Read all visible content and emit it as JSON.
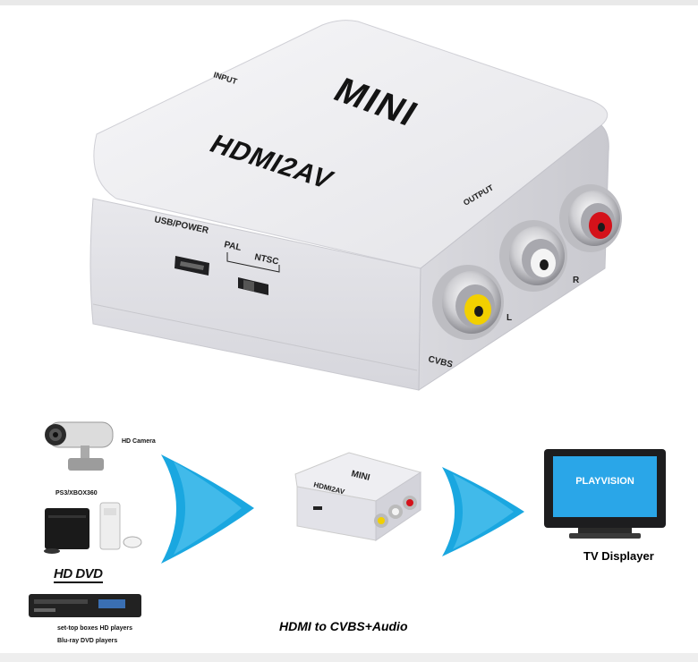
{
  "device": {
    "brand_top": "MINI",
    "model": "HDMI2AV",
    "port_input": "INPUT",
    "port_output": "OUTPUT",
    "port_usb": "USB/POWER",
    "switch_pal": "PAL",
    "switch_ntsc": "NTSC",
    "jack_cvbs": "CVBS",
    "jack_left": "L",
    "jack_right": "R"
  },
  "sources": {
    "camera_label": "HD Camera",
    "console_label": "PS3/XBOX360",
    "hddvd_logo": "HD DVD",
    "player_label_1": "set-top boxes  HD players",
    "player_label_2": "Blu-ray DVD players"
  },
  "display": {
    "screen_text": "PLAYVISION",
    "label": "TV Displayer"
  },
  "caption": "HDMI to CVBS+Audio",
  "colors": {
    "arrow": "#1aa7e0",
    "tv_screen": "#2aa6e8",
    "jack_yellow": "#f2d000",
    "jack_white": "#f4f4f4",
    "jack_red": "#d4121a"
  }
}
